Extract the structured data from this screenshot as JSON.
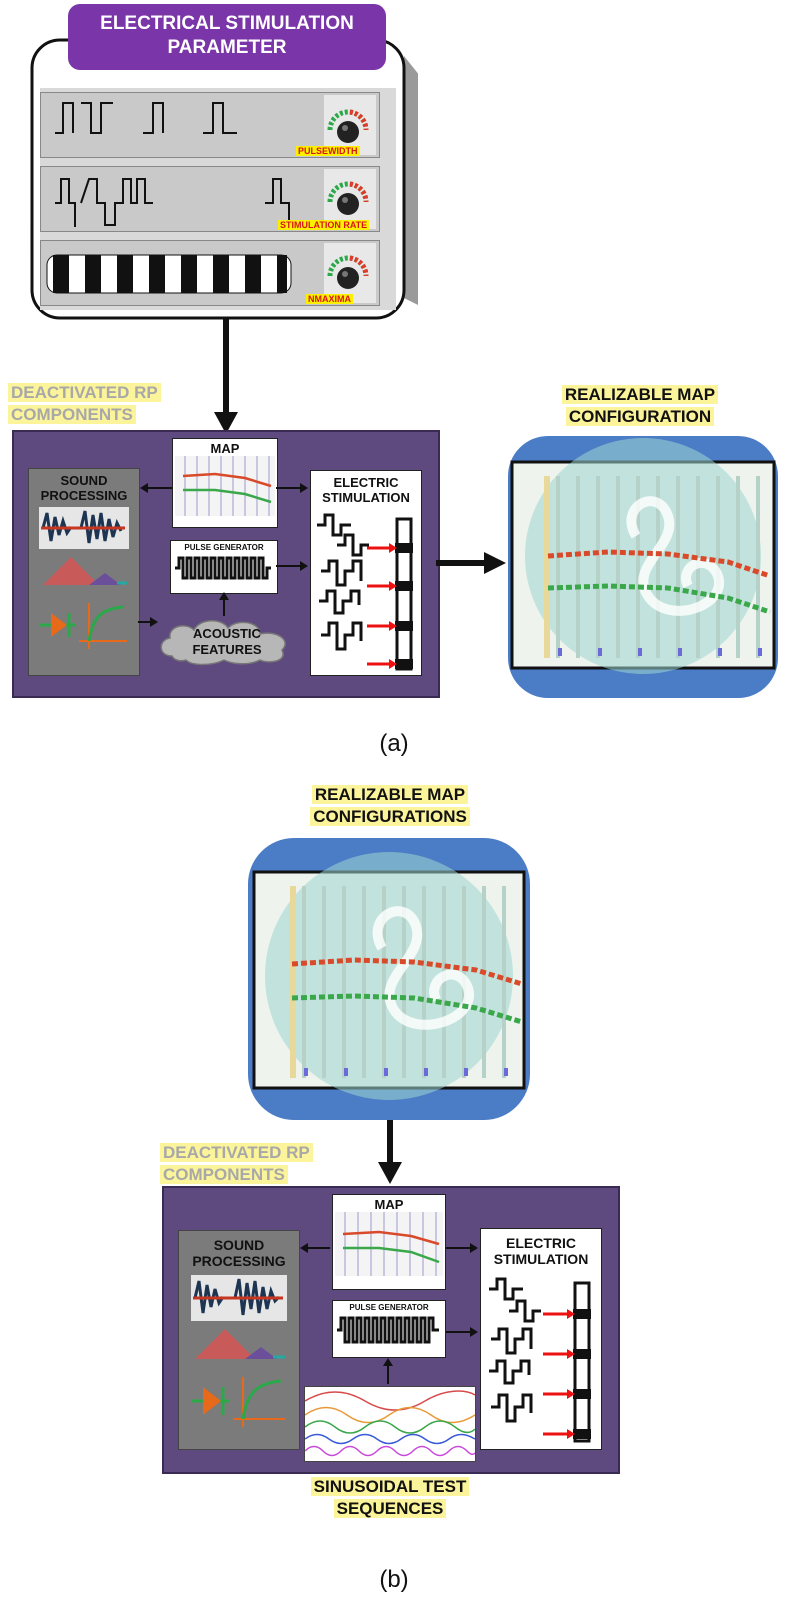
{
  "panel_a": {
    "parameter_title_line1": "ELECTRICAL STIMULATION",
    "parameter_title_line2": "PARAMETER",
    "knob_labels": [
      "PULSEWIDTH",
      "STIMULATION RATE",
      "NMAXIMA"
    ],
    "deactivated_line1": "DEACTIVATED RP",
    "deactivated_line2": "COMPONENTS",
    "map_label": "MAP",
    "sound_line1": "SOUND",
    "sound_line2": "PROCESSING",
    "pulse_generator": "PULSE GENERATOR",
    "acoustic_line1": "ACOUSTIC",
    "acoustic_line2": "FEATURES",
    "electric_line1": "ELECTRIC",
    "electric_line2": "STIMULATION",
    "realizable_line1": "REALIZABLE MAP",
    "realizable_line2": "CONFIGURATION",
    "caption": "(a)"
  },
  "panel_b": {
    "realizable_line1": "REALIZABLE MAP",
    "realizable_line2": "CONFIGURATIONS",
    "deactivated_line1": "DEACTIVATED RP",
    "deactivated_line2": "COMPONENTS",
    "map_label": "MAP",
    "sound_line1": "SOUND",
    "sound_line2": "PROCESSING",
    "pulse_generator": "PULSE GENERATOR",
    "electric_line1": "ELECTRIC",
    "electric_line2": "STIMULATION",
    "sinusoidal_line1": "SINUSOIDAL TEST",
    "sinusoidal_line2": "SEQUENCES",
    "caption": "(b)"
  },
  "colors": {
    "panel_purple": "#5e4a7e",
    "title_purple": "#7a35a8",
    "highlight_yellow": "#fbf49a",
    "map_blue": "#4b7cc6",
    "waveform_red": "#c8361f"
  }
}
